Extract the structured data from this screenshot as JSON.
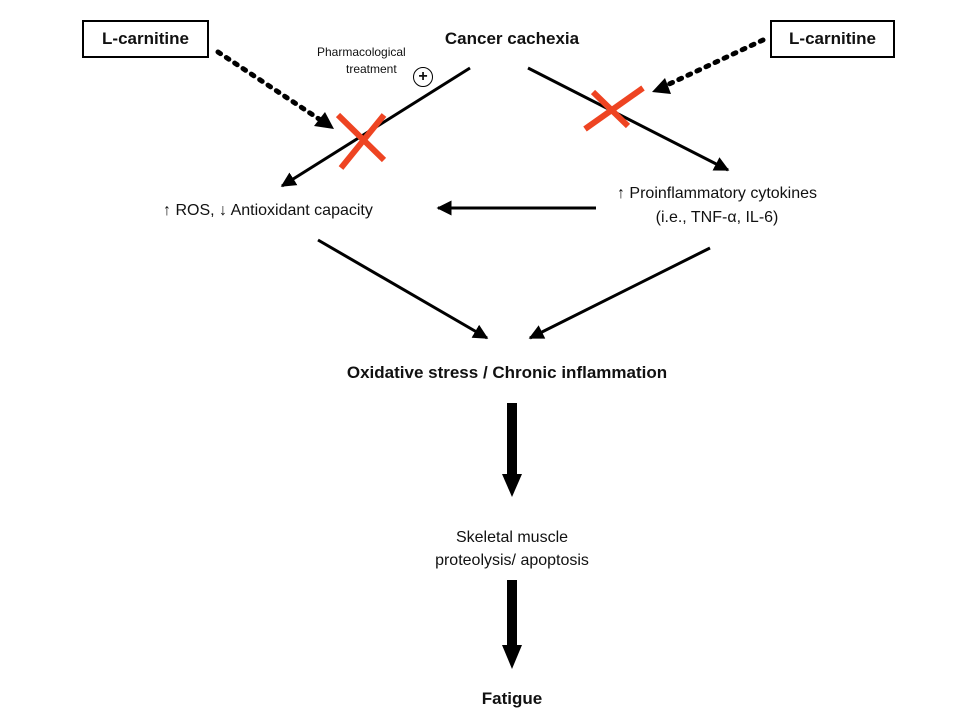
{
  "title": "Cancer cachexia",
  "lcarnitine_left": "L-carnitine",
  "lcarnitine_right": "L-carnitine",
  "pharmacological_line1": "Pharmacological",
  "pharmacological_line2": "treatment",
  "plus_symbol": "+",
  "ros_label": "↑ ROS, ↓ Antioxidant capacity",
  "cytokines_line1": "↑ Proinflammatory cytokines",
  "cytokines_line2": "(i.e., TNF-α, IL-6)",
  "oxidative_label": "Oxidative stress / Chronic inflammation",
  "skeletal_line1": "Skeletal muscle",
  "skeletal_line2": "proteolysis/ apoptosis",
  "fatigue_label": "Fatigue",
  "colors": {
    "inhibition_x": "#ee4422",
    "arrow": "#000000"
  }
}
